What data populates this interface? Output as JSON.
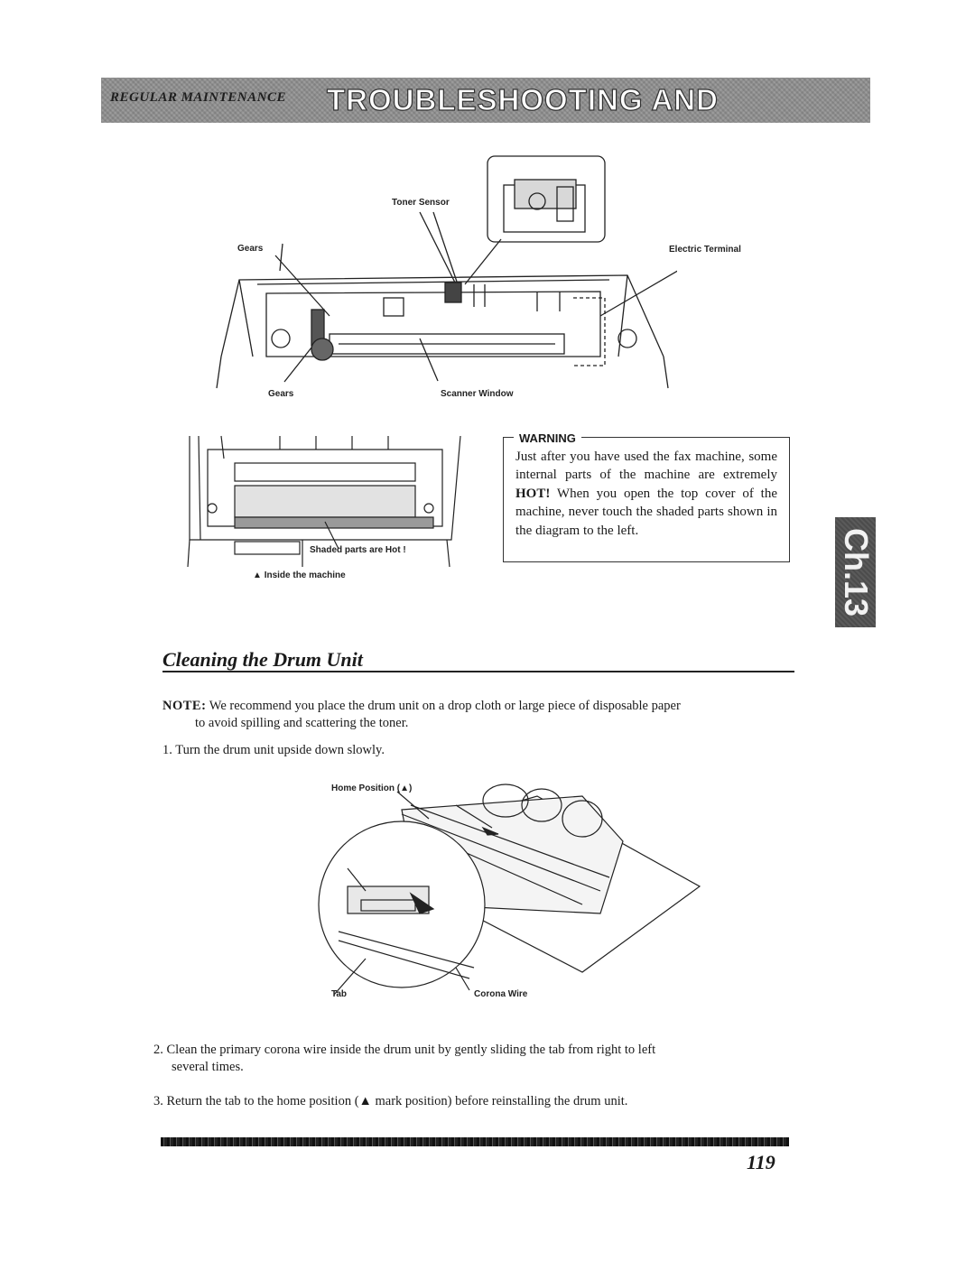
{
  "header": {
    "section_label": "REGULAR MAINTENANCE",
    "chapter_title": "TROUBLESHOOTING AND REGULAR MAINTENANCE"
  },
  "chapter_tab": "Ch.13",
  "diagram_top": {
    "toner_sensor": "Toner Sensor",
    "gears_top": "Gears",
    "electric_terminal": "Electric Terminal",
    "gears_bottom": "Gears",
    "scanner_window": "Scanner Window"
  },
  "diagram_inside": {
    "legend": "Shaded parts are Hot !",
    "caption_marker": "▲",
    "caption": "Inside the machine"
  },
  "warning": {
    "title": "WARNING",
    "text_before": "Just after you have used the fax machine, some internal parts of the machine are extremely ",
    "text_bold": "HOT!",
    "text_after": " When you open the top cover of the machine, never touch the shaded parts shown in the diagram to the left."
  },
  "section": {
    "title": "Cleaning the Drum Unit",
    "note_label": "NOTE:",
    "note_line1": "We recommend you place the drum unit on a drop cloth or large piece of disposable paper",
    "note_line2": "to avoid spilling and scattering the toner.",
    "step1": "1.  Turn the drum unit upside down slowly.",
    "step2_line1": "2.  Clean the primary corona wire inside the drum unit by gently sliding the tab from right to left",
    "step2_line2": "several times.",
    "step3": "3.  Return the tab to the home position (▲ mark position) before reinstalling the drum unit."
  },
  "diagram_drum": {
    "home_position": "Home Position (▲)",
    "tab": "Tab",
    "corona_wire": "Corona Wire"
  },
  "page_number": "119"
}
